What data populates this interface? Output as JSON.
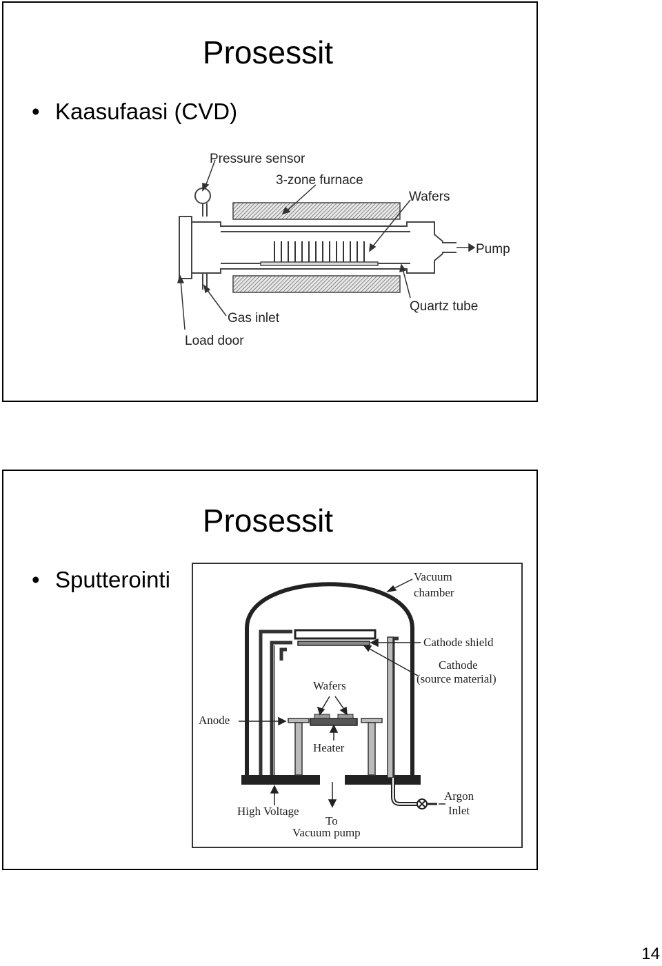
{
  "slides": [
    {
      "title": "Prosessit",
      "bullet": "Kaasufaasi (CVD)",
      "diagram": {
        "labels": {
          "pressure_sensor": "Pressure sensor",
          "furnace": "3-zone furnace",
          "wafers": "Wafers",
          "pump": "Pump",
          "quartz_tube": "Quartz tube",
          "gas_inlet": "Gas inlet",
          "load_door": "Load door"
        }
      }
    },
    {
      "title": "Prosessit",
      "bullet": "Sputterointi",
      "diagram": {
        "labels": {
          "vacuum": "Vacuum",
          "chamber": "chamber",
          "cathode_shield": "Cathode shield",
          "cathode": "Cathode",
          "source_material": "(source material)",
          "wafers": "Wafers",
          "anode": "Anode",
          "heater": "Heater",
          "high_voltage": "High Voltage",
          "to": "To",
          "vacuum_pump": "Vacuum pump",
          "argon": "Argon",
          "inlet": "Inlet"
        }
      }
    }
  ],
  "bullet_symbol": "•",
  "page_number": "14"
}
